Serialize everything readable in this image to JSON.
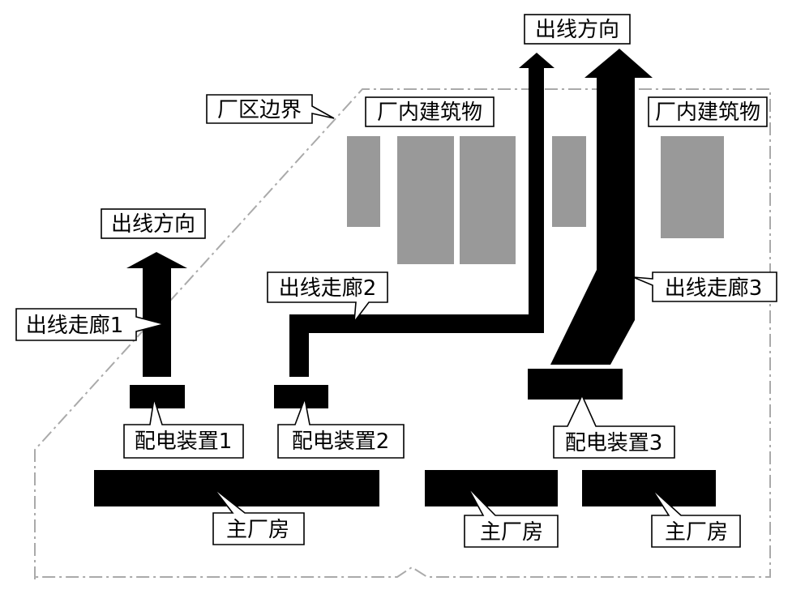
{
  "colors": {
    "structure": "#000000",
    "building": "#999999",
    "boundary": "#aaaaaa",
    "callout_fill": "#ffffff"
  },
  "labels": {
    "plant_boundary": "厂区边界",
    "inner_building_left": "厂内建筑物",
    "inner_building_right": "厂内建筑物",
    "outlet_direction_left": "出线方向",
    "outlet_direction_top": "出线方向",
    "corridor_1": "出线走廊1",
    "corridor_2": "出线走廊2",
    "corridor_3": "出线走廊3",
    "switchgear_1": "配电装置1",
    "switchgear_2": "配电装置2",
    "switchgear_3": "配电装置3",
    "main_building_1": "主厂房",
    "main_building_2": "主厂房",
    "main_building_3": "主厂房"
  }
}
